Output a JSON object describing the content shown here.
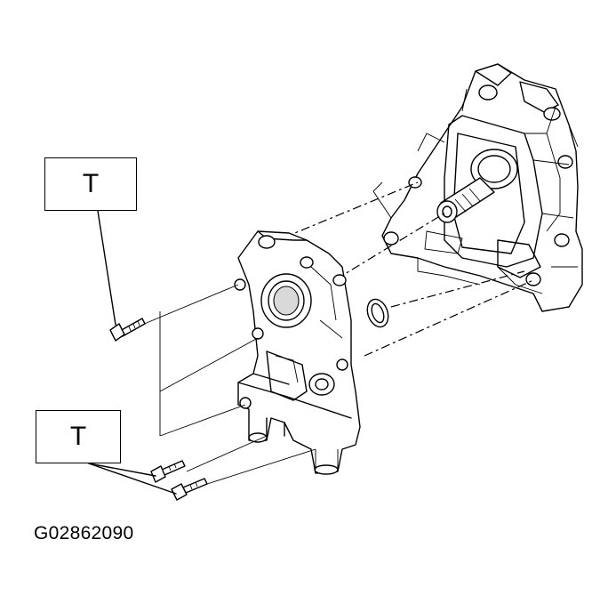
{
  "callouts": {
    "top": "T",
    "bottom": "T"
  },
  "figure_code": "G02862090",
  "parts": {
    "engine_block": "engine-block-icon",
    "oil_pump": "oil-pump-housing-icon",
    "o_ring": "o-ring-icon",
    "bolt": "bolt-icon",
    "leader": "leader-line"
  }
}
